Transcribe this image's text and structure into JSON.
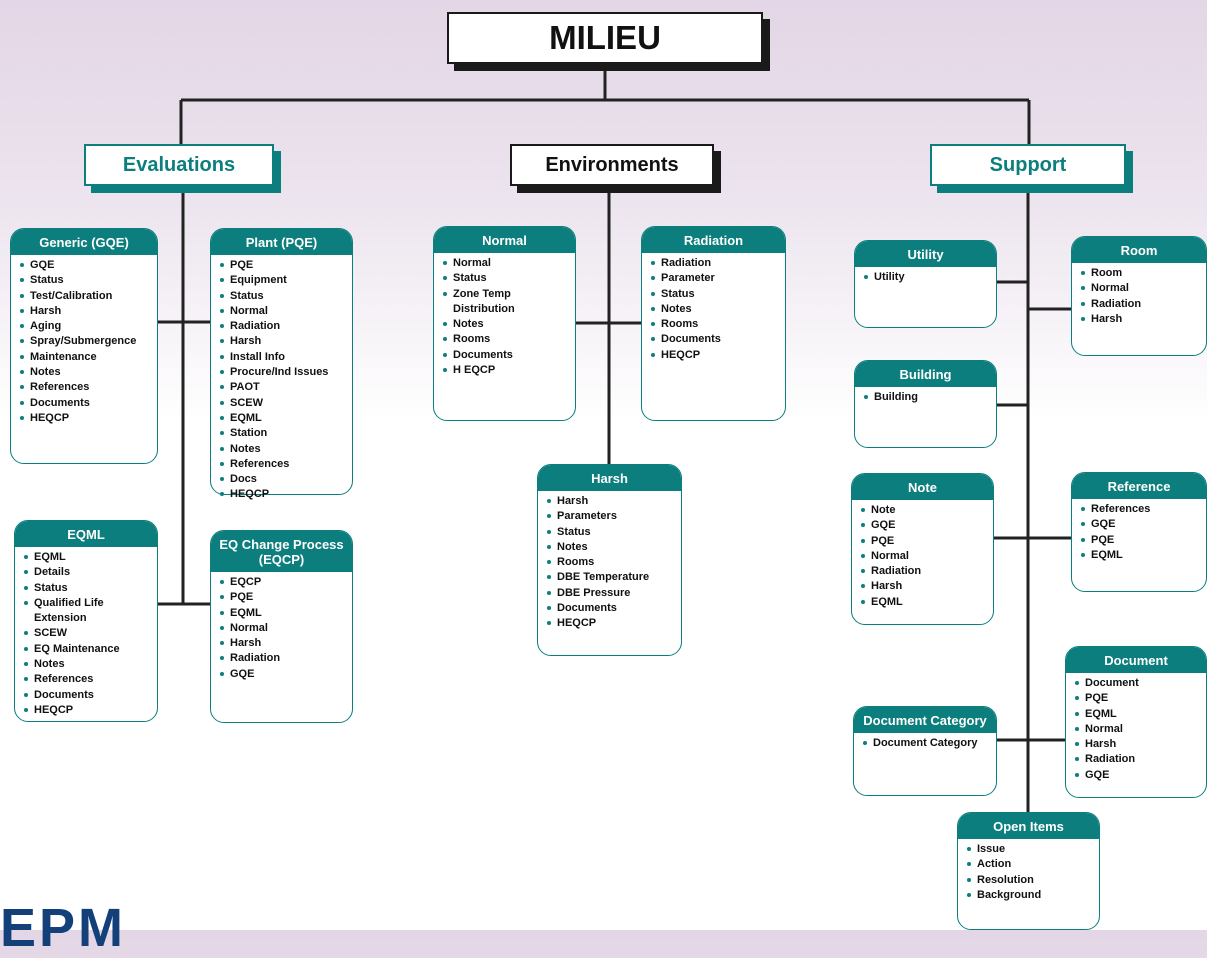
{
  "title": "MILIEU",
  "sections": {
    "evaluations": "Evaluations",
    "environments": "Environments",
    "support": "Support"
  },
  "cards": {
    "generic": {
      "title": "Generic (GQE)",
      "items": [
        "GQE",
        "Status",
        "Test/Calibration",
        "Harsh",
        "Aging",
        "Spray/Submergence",
        "Maintenance",
        "Notes",
        "References",
        "Documents",
        "HEQCP"
      ]
    },
    "plant": {
      "title": "Plant (PQE)",
      "items": [
        "PQE",
        "Equipment",
        "Status",
        "Normal",
        "Radiation",
        "Harsh",
        "Install Info",
        "Procure/Ind Issues",
        "PAOT",
        "SCEW",
        "EQML",
        "Station",
        "Notes",
        "References",
        "Docs",
        "HEQCP"
      ]
    },
    "eqml": {
      "title": "EQML",
      "items": [
        "EQML",
        "Details",
        "Status",
        "Qualified Life\nExtension",
        "SCEW",
        "EQ Maintenance",
        "Notes",
        "References",
        "Documents",
        "HEQCP"
      ]
    },
    "eqcp": {
      "title": "EQ Change Process\n(EQCP)",
      "items": [
        "EQCP",
        "PQE",
        "EQML",
        "Normal",
        "Harsh",
        "Radiation",
        "GQE"
      ]
    },
    "normal": {
      "title": "Normal",
      "items": [
        "Normal",
        "Status",
        "Zone Temp\nDistribution",
        "Notes",
        "Rooms",
        "Documents",
        "H EQCP"
      ]
    },
    "radiation": {
      "title": "Radiation",
      "items": [
        "Radiation",
        "Parameter",
        "Status",
        "Notes",
        "Rooms",
        "Documents",
        "HEQCP"
      ]
    },
    "harsh": {
      "title": "Harsh",
      "items": [
        "Harsh",
        "Parameters",
        "Status",
        "Notes",
        "Rooms",
        "DBE Temperature",
        "DBE Pressure",
        "Documents",
        "HEQCP"
      ]
    },
    "utility": {
      "title": "Utility",
      "items": [
        "Utility"
      ]
    },
    "room": {
      "title": "Room",
      "items": [
        "Room",
        "Normal",
        "Radiation",
        "Harsh"
      ]
    },
    "building": {
      "title": "Building",
      "items": [
        "Building"
      ]
    },
    "note": {
      "title": "Note",
      "items": [
        "Note",
        "GQE",
        "PQE",
        "Normal",
        "Radiation",
        "Harsh",
        "EQML"
      ]
    },
    "reference": {
      "title": "Reference",
      "items": [
        "References",
        "GQE",
        "PQE",
        "EQML"
      ]
    },
    "document": {
      "title": "Document",
      "items": [
        "Document",
        "PQE",
        "EQML",
        "Normal",
        "Harsh",
        "Radiation",
        "GQE"
      ]
    },
    "doccategory": {
      "title": "Document Category",
      "items": [
        "Document Category"
      ]
    },
    "openitems": {
      "title": "Open Items",
      "items": [
        "Issue",
        "Action",
        "Resolution",
        "Background"
      ]
    }
  },
  "logo": "EPM",
  "colors": {
    "accent": "#0d7e7e",
    "line": "#222222",
    "logo": "#14407a"
  }
}
